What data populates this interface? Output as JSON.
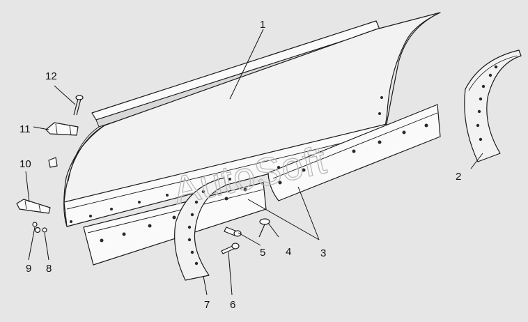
{
  "watermark": "AutoSoft",
  "callouts": [
    "1",
    "2",
    "3",
    "4",
    "5",
    "6",
    "7",
    "8",
    "9",
    "10",
    "11",
    "12"
  ]
}
